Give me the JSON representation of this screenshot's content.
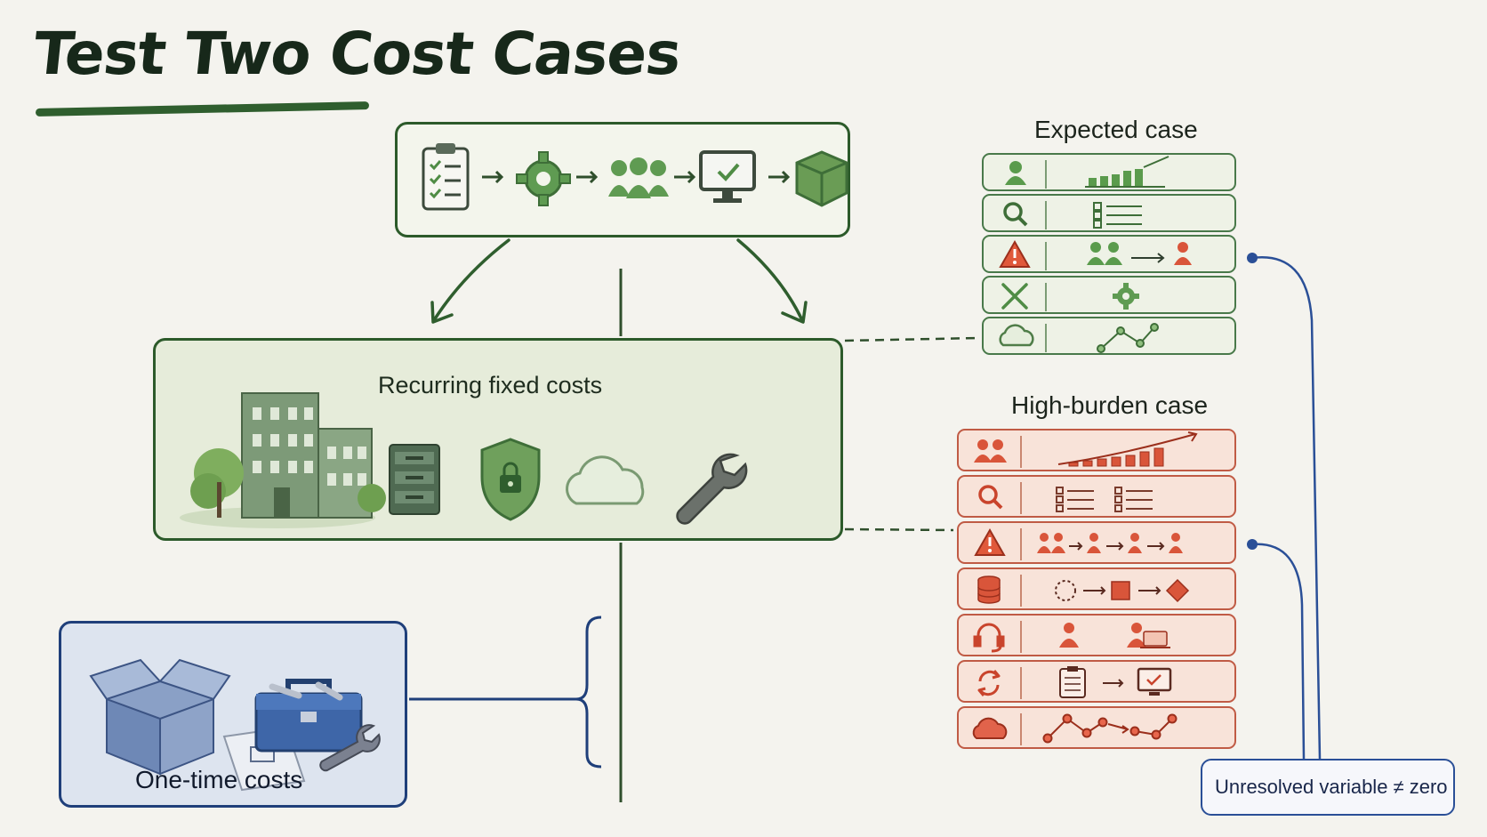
{
  "title": "Test Two Cost Cases",
  "process_box": {
    "steps": [
      "clipboard-checklist-icon",
      "gear-icon",
      "team-icon",
      "monitor-check-icon",
      "package-icon"
    ]
  },
  "recurring": {
    "label": "Recurring fixed costs",
    "icons": [
      "office-building-icon",
      "server-icon",
      "security-shield-icon",
      "cloud-icon",
      "wrench-icon"
    ]
  },
  "one_time": {
    "label": "One-time costs",
    "icons": [
      "open-box-icon",
      "toolbox-icon",
      "blueprint-icon",
      "wrench-icon"
    ]
  },
  "expected_case": {
    "heading": "Expected case",
    "rows": [
      {
        "icon": "user-icon",
        "detail": "small-growth-bars"
      },
      {
        "icon": "search-icon",
        "detail": "checklist"
      },
      {
        "icon": "warning-icon",
        "detail": "two-users-to-one-user"
      },
      {
        "icon": "tools-icon",
        "detail": "gear"
      },
      {
        "icon": "cloud-icon",
        "detail": "network-path"
      }
    ]
  },
  "high_burden_case": {
    "heading": "High-burden case",
    "rows": [
      {
        "icon": "users-icon",
        "detail": "steep-growth-bars"
      },
      {
        "icon": "search-icon",
        "detail": "double-checklist"
      },
      {
        "icon": "warning-icon",
        "detail": "user-handoff-chain"
      },
      {
        "icon": "database-icon",
        "detail": "circle-square-diamond"
      },
      {
        "icon": "headset-icon",
        "detail": "user-to-user-laptop"
      },
      {
        "icon": "sync-icon",
        "detail": "clipboard-to-monitor"
      },
      {
        "icon": "cloud-icon",
        "detail": "extended-network-path"
      }
    ]
  },
  "note": {
    "label": "Unresolved variable ≠ zero"
  },
  "colors": {
    "green_dark": "#2c5a2a",
    "green_icon": "#4f8c45",
    "red": "#c9442c",
    "blue": "#2a4f97",
    "background": "#f4f3ee"
  }
}
